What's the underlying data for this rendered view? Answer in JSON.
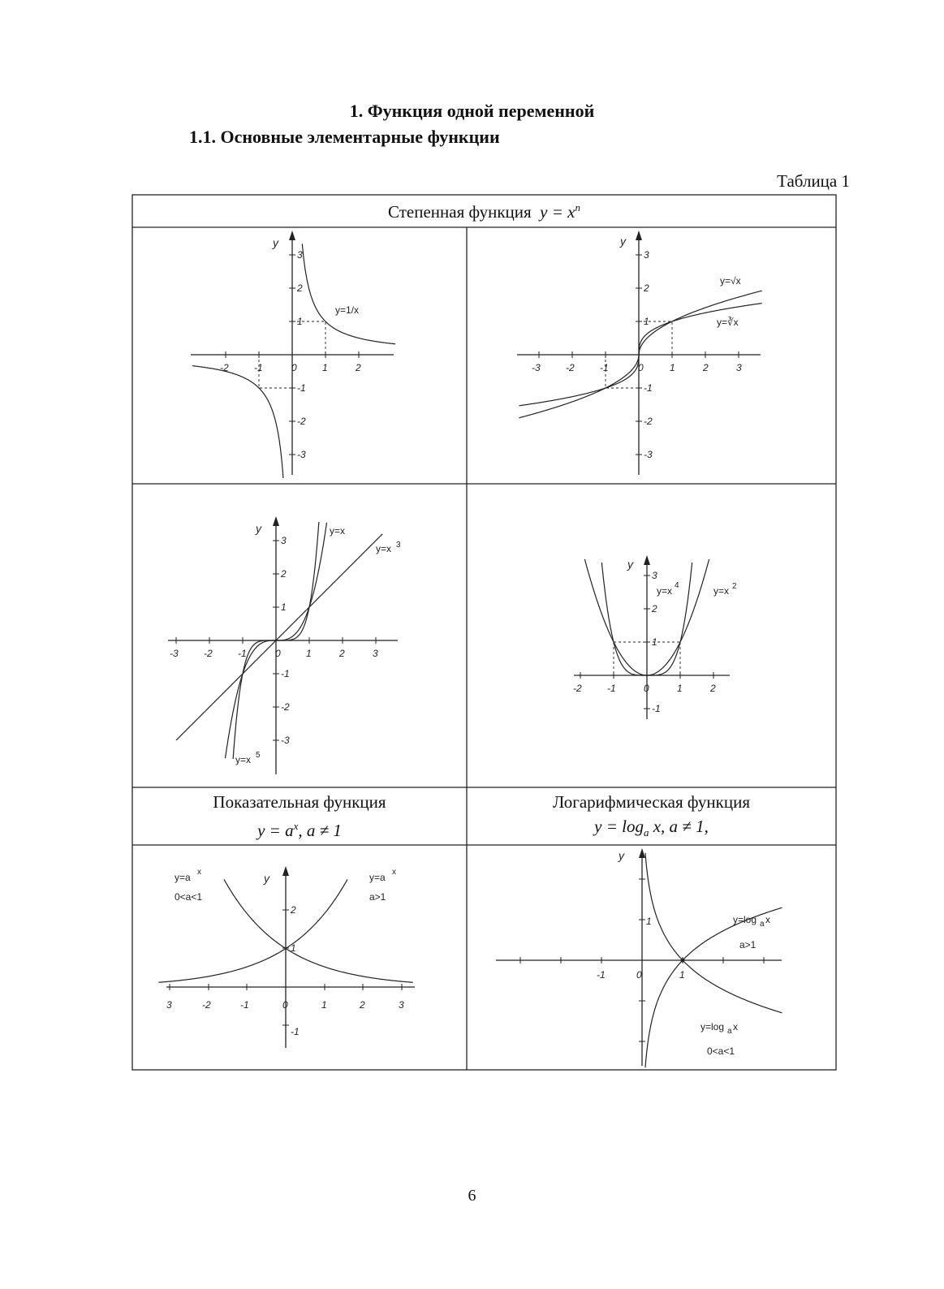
{
  "heading": {
    "chapter": "1. Функция одной переменной",
    "section": "1.1. Основные элементарные функции"
  },
  "table_label": "Таблица 1",
  "power_header": {
    "text": "Степенная функция",
    "formula": "y = x",
    "exp": "n"
  },
  "exp_header": {
    "text": "Показательная функция",
    "formula": "y = a",
    "exp": "x",
    "cond": ", a ≠ 1"
  },
  "log_header": {
    "text": "Логарифмическая функция",
    "formula": "y = log",
    "sub": "a",
    "rest": " x, a ≠ 1,"
  },
  "page_number": "6",
  "chart_data": [
    {
      "type": "line",
      "id": "reciprocal",
      "series": [
        {
          "name": "y=1/x"
        }
      ],
      "xticks": [
        "-2",
        "-1",
        "0",
        "1",
        "2"
      ],
      "yticks": [
        "3",
        "2",
        "1",
        "-1",
        "-2",
        "-3"
      ],
      "ylabel": "y"
    },
    {
      "type": "line",
      "id": "roots",
      "series": [
        {
          "name": "y=√x"
        },
        {
          "name": "y=∛x"
        }
      ],
      "xticks": [
        "-3",
        "-2",
        "-1",
        "0",
        "1",
        "2",
        "3"
      ],
      "yticks": [
        "3",
        "2",
        "1",
        "-1",
        "-2",
        "-3"
      ],
      "ylabel": "y"
    },
    {
      "type": "line",
      "id": "odd-powers",
      "series": [
        {
          "name": "y=x"
        },
        {
          "name": "y=x3"
        },
        {
          "name": "y=x5"
        }
      ],
      "labels": [
        "y=x",
        "y=x",
        "3",
        "y=x",
        "5"
      ],
      "xticks": [
        "-3",
        "-2",
        "-1",
        "0",
        "1",
        "2",
        "3"
      ],
      "yticks": [
        "3",
        "2",
        "1",
        "-1",
        "-2",
        "-3"
      ],
      "ylabel": "y"
    },
    {
      "type": "line",
      "id": "even-powers",
      "series": [
        {
          "name": "y=x4"
        },
        {
          "name": "y=x2"
        }
      ],
      "labels": [
        "y=x",
        "4",
        "y=x",
        "2"
      ],
      "xticks": [
        "-2",
        "-1",
        "0",
        "1",
        "2"
      ],
      "yticks": [
        "3",
        "2",
        "1",
        "-1"
      ],
      "ylabel": "y"
    },
    {
      "type": "line",
      "id": "exponential",
      "labels": [
        "y=a",
        "x",
        "0<a<1",
        "y=a",
        "x",
        "a>1"
      ],
      "xticks": [
        "3",
        "-2",
        "-1",
        "0",
        "1",
        "2",
        "3"
      ],
      "yticks": [
        "2",
        "1",
        "-1"
      ],
      "ylabel": "y"
    },
    {
      "type": "line",
      "id": "logarithmic",
      "labels": [
        "y=log",
        "a",
        "x",
        "a>1",
        "y=log",
        "a",
        "x",
        "0<a<1"
      ],
      "xticks": [
        "-1",
        "0",
        "1"
      ],
      "yticks": [
        "1"
      ],
      "ylabel": "y"
    }
  ]
}
